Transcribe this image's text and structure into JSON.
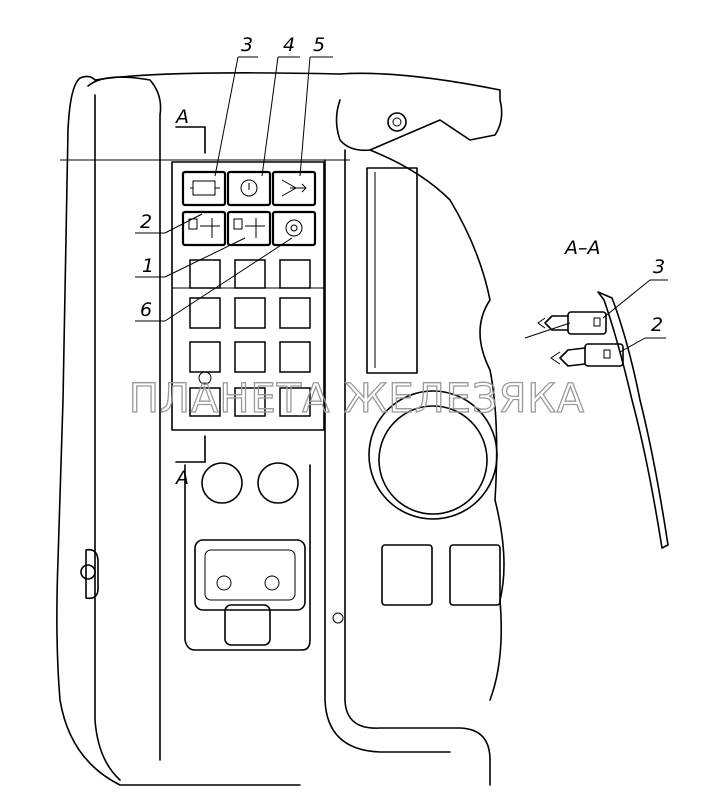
{
  "callouts": {
    "c1": "1",
    "c2": "2",
    "c3": "3",
    "c4": "4",
    "c5": "5",
    "c6": "6"
  },
  "section": {
    "cut_label_top": "А",
    "cut_label_bottom": "А",
    "view_title": "А–А",
    "view_callout_3": "3",
    "view_callout_2": "2"
  },
  "watermark": "ПЛАНЕТА ЖЕЛЕЗЯКА"
}
